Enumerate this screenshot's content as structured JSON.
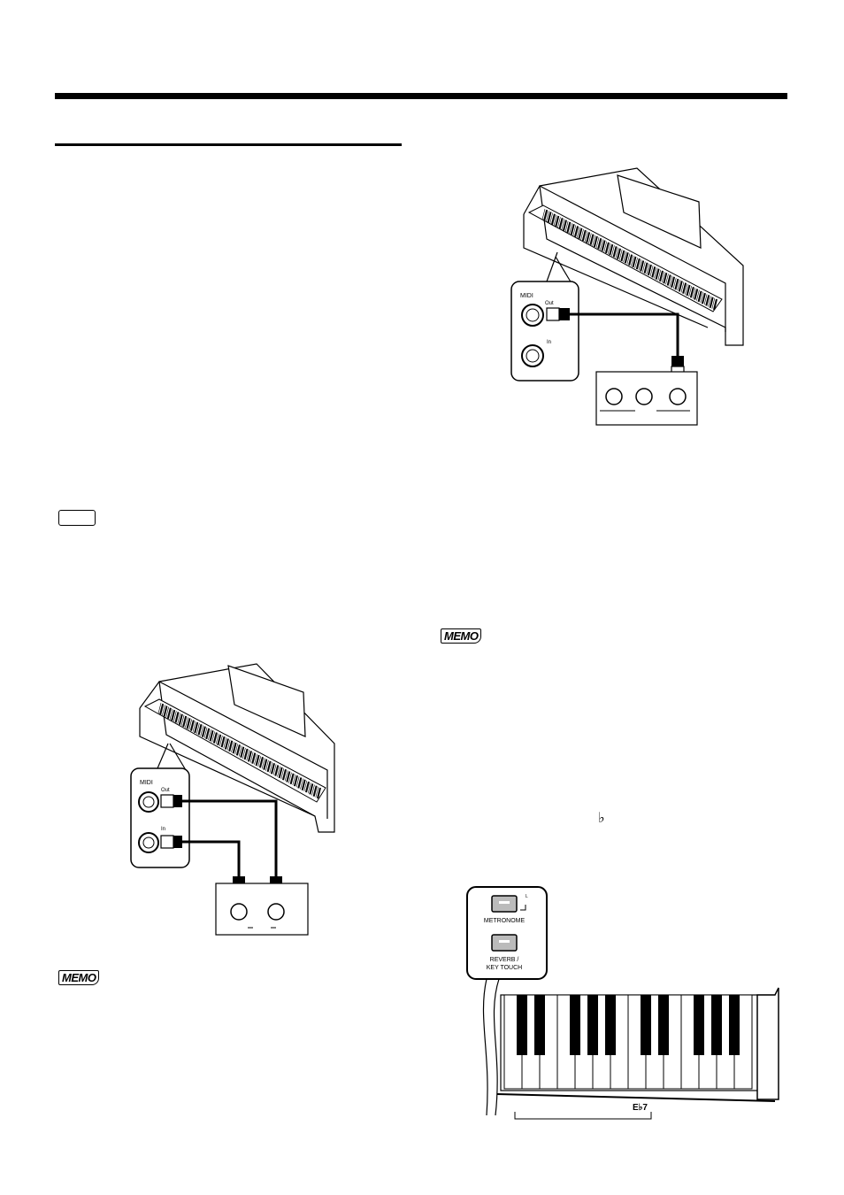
{
  "figures": {
    "midi_out_only": {
      "panel_label": "MIDI",
      "jack_out_label": "Out",
      "jack_in_label": "In"
    },
    "midi_out_and_in": {
      "panel_label": "MIDI",
      "jack_out_label": "Out",
      "jack_in_label": "In"
    },
    "control_panel": {
      "metronome_label": "METRONOME",
      "reverb_line1": "REVERB /",
      "reverb_line2": "KEY TOUCH",
      "key_label": "E♭7",
      "indicator_label": "L"
    }
  },
  "icons": {
    "memo_label": "MEMO",
    "flat_symbol": "♭"
  }
}
